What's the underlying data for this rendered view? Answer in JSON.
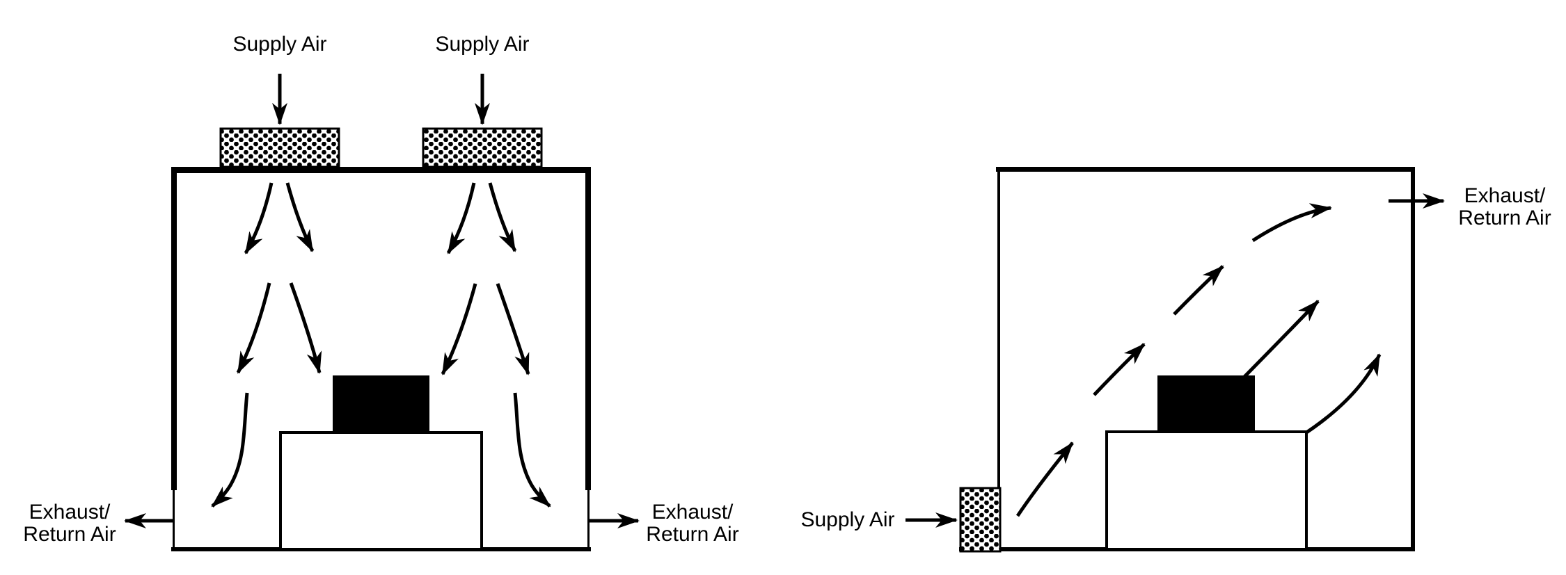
{
  "diagram": {
    "description": "HVAC airflow schematic comparing overhead supply with bottom side returns (left room) and low sidewall supply with high return (right room)",
    "colors": {
      "ink": "#000000",
      "background": "#ffffff",
      "equipment_fill": "#000000"
    },
    "left_room": {
      "supply_labels": [
        "Supply Air",
        "Supply Air"
      ],
      "exhaust_left": {
        "line1": "Exhaust/",
        "line2": "Return Air"
      },
      "exhaust_right": {
        "line1": "Exhaust/",
        "line2": "Return Air"
      }
    },
    "right_room": {
      "supply_label": "Supply Air",
      "exhaust": {
        "line1": "Exhaust/",
        "line2": "Return Air"
      }
    }
  }
}
